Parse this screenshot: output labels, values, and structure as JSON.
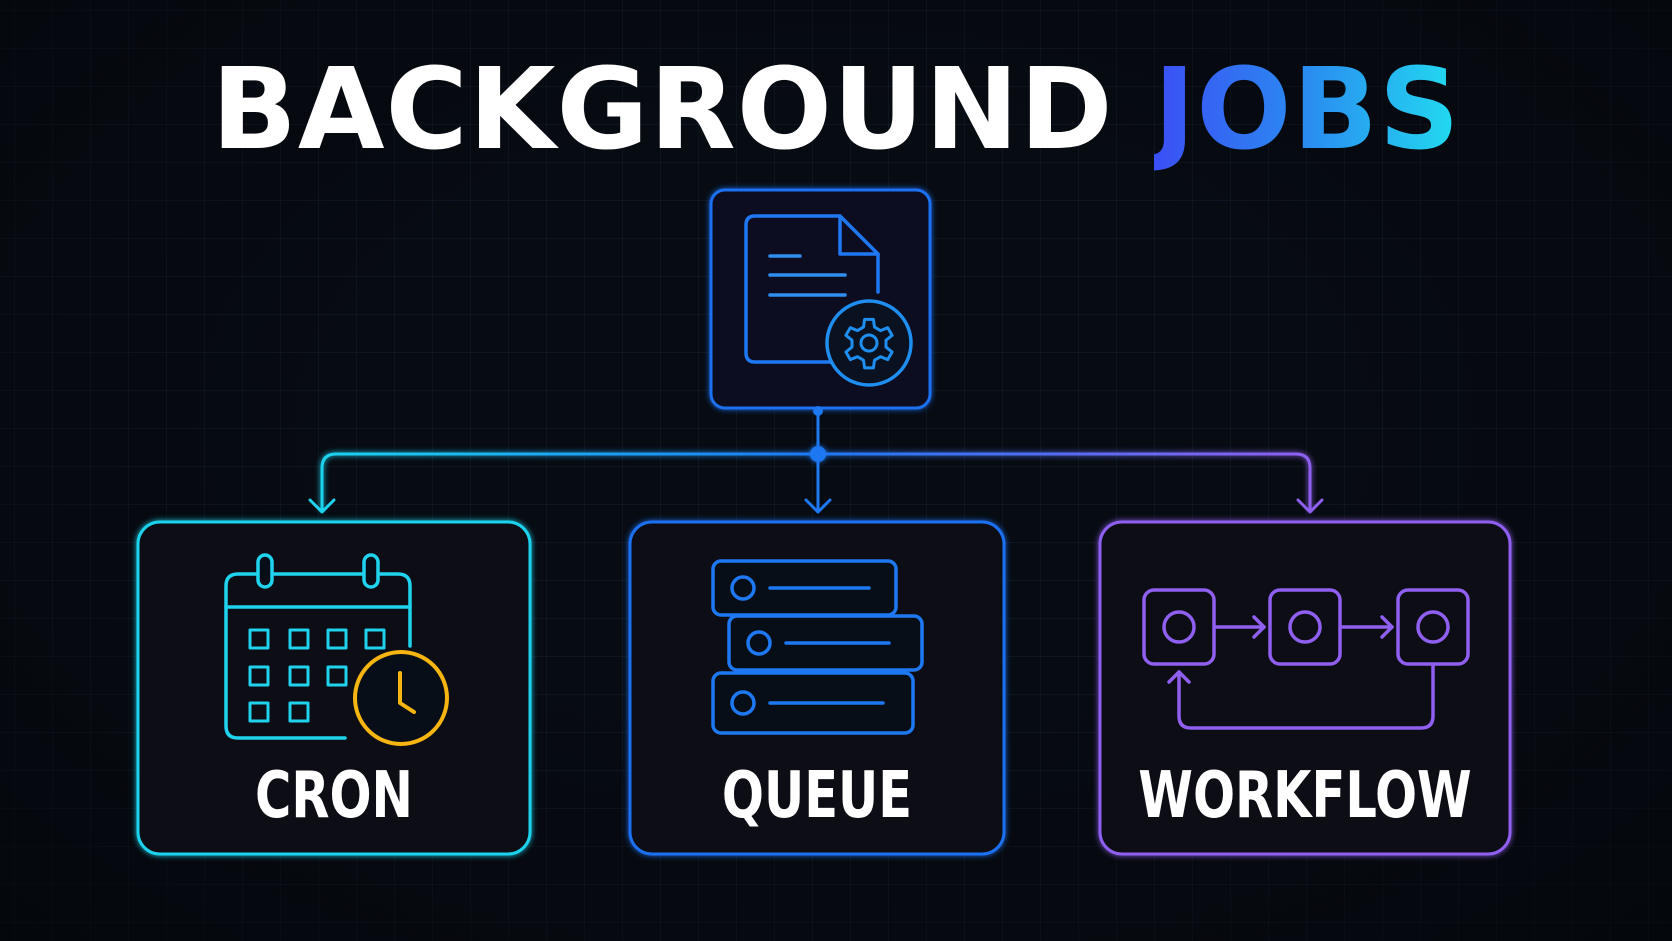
{
  "title": {
    "main": "BACKGROUND",
    "accent": "JOBS"
  },
  "nodes": {
    "source": {
      "icon": "document-gear-icon"
    },
    "cron": {
      "label": "CRON",
      "icon": "calendar-clock-icon"
    },
    "queue": {
      "label": "QUEUE",
      "icon": "stacked-list-icon"
    },
    "workflow": {
      "label": "WORKFLOW",
      "icon": "workflow-loop-icon"
    }
  },
  "colors": {
    "background": "#070b12",
    "cron": "#1fd3ee",
    "queue": "#1e6ff2",
    "workflow": "#8f5ff0",
    "clock": "#f7b512",
    "title_text": "#ffffff",
    "title_accent_start": "#3b4ff5",
    "title_accent_end": "#22dcf0"
  }
}
